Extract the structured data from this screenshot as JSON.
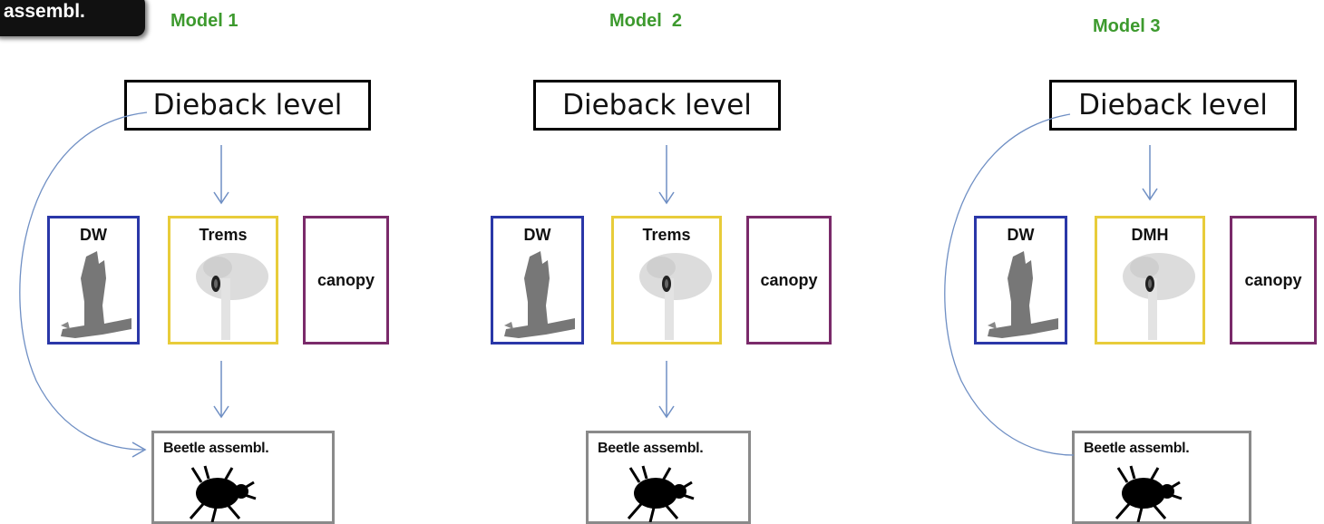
{
  "corner_badge": "assembl.",
  "models": [
    {
      "title": "Model 1",
      "dieback_label": "Dieback level",
      "cards": [
        "DW",
        "Trems",
        "canopy"
      ],
      "beetle_label": "Beetle assembl.",
      "has_curve": true,
      "curve_arrowhead": true
    },
    {
      "title": "Model  2",
      "dieback_label": "Dieback level",
      "cards": [
        "DW",
        "Trems",
        "canopy"
      ],
      "beetle_label": "Beetle assembl.",
      "has_curve": false,
      "curve_arrowhead": false
    },
    {
      "title": "Model 3",
      "dieback_label": "Dieback level",
      "cards": [
        "DW",
        "DMH",
        "canopy"
      ],
      "beetle_label": "Beetle assembl.",
      "has_curve": true,
      "curve_arrowhead": false
    }
  ],
  "colors": {
    "title_green": "#3d9a2e",
    "dw_border": "#2a37a8",
    "trem_border": "#e8cc3a",
    "canopy_border": "#7a2a6a",
    "arrow_blue": "#6f8fc4",
    "beetle_border": "#8a8a8a"
  },
  "icons": {
    "dw": "deadwood-trunk-icon",
    "trem": "tree-with-cavity-icon",
    "beetle": "beetle-icon"
  }
}
